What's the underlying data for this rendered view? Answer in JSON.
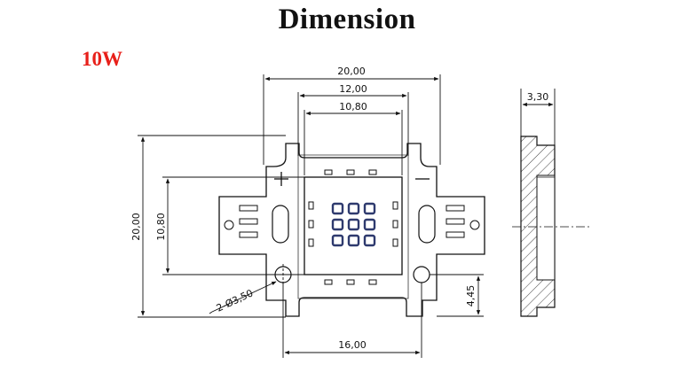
{
  "title": "Dimension",
  "power_label": "10W",
  "dimensions": {
    "outer_width": "20,00",
    "pad_span": "12,00",
    "die_width": "10,80",
    "outer_height": "20,00",
    "die_height": "10,80",
    "hole_diameter": "2-Ø3,50",
    "hole_offset": "4,45",
    "hole_spacing": "16,00",
    "thickness": "3,30"
  },
  "colors": {
    "line": "#111111",
    "led_chip": "#2e3a6e",
    "title_accent": "#e8201a"
  }
}
